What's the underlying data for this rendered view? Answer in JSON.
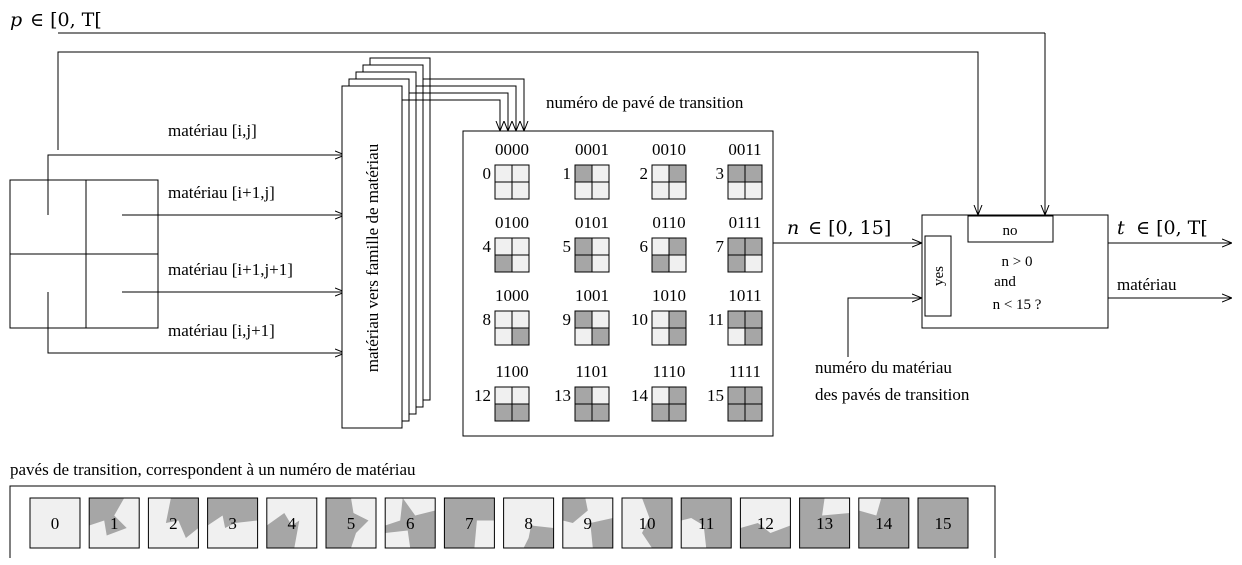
{
  "top_label": {
    "var": "p",
    "set": "∈ [0, T["
  },
  "inputs": {
    "labels": [
      "matériau [i,j]",
      "matériau [i+1,j]",
      "matériau [i+1,j+1]",
      "matériau [i,j+1]"
    ]
  },
  "mapper": {
    "label": "matériau vers famille de matériau"
  },
  "grid_box": {
    "header": "numéro de pavé de transition",
    "cells": [
      {
        "index": "0",
        "bits": "0000",
        "pattern": [
          0,
          0,
          0,
          0
        ]
      },
      {
        "index": "1",
        "bits": "0001",
        "pattern": [
          1,
          0,
          0,
          0
        ]
      },
      {
        "index": "2",
        "bits": "0010",
        "pattern": [
          0,
          1,
          0,
          0
        ]
      },
      {
        "index": "3",
        "bits": "0011",
        "pattern": [
          1,
          1,
          0,
          0
        ]
      },
      {
        "index": "4",
        "bits": "0100",
        "pattern": [
          0,
          0,
          1,
          0
        ]
      },
      {
        "index": "5",
        "bits": "0101",
        "pattern": [
          1,
          0,
          1,
          0
        ]
      },
      {
        "index": "6",
        "bits": "0110",
        "pattern": [
          0,
          1,
          1,
          0
        ]
      },
      {
        "index": "7",
        "bits": "0111",
        "pattern": [
          1,
          1,
          1,
          0
        ]
      },
      {
        "index": "8",
        "bits": "1000",
        "pattern": [
          0,
          0,
          0,
          1
        ]
      },
      {
        "index": "9",
        "bits": "1001",
        "pattern": [
          1,
          0,
          0,
          1
        ]
      },
      {
        "index": "10",
        "bits": "1010",
        "pattern": [
          0,
          1,
          0,
          1
        ]
      },
      {
        "index": "11",
        "bits": "1011",
        "pattern": [
          1,
          1,
          0,
          1
        ]
      },
      {
        "index": "12",
        "bits": "1100",
        "pattern": [
          0,
          0,
          1,
          1
        ]
      },
      {
        "index": "13",
        "bits": "1101",
        "pattern": [
          1,
          0,
          1,
          1
        ]
      },
      {
        "index": "14",
        "bits": "1110",
        "pattern": [
          0,
          1,
          1,
          1
        ]
      },
      {
        "index": "15",
        "bits": "1111",
        "pattern": [
          1,
          1,
          1,
          1
        ]
      }
    ]
  },
  "output_n": {
    "var": "n",
    "set": "∈ [0, 15]"
  },
  "decision": {
    "no": "no",
    "yes": "yes",
    "cond_1": "n > 0",
    "cond_2": "and",
    "cond_3": "n < 15 ?"
  },
  "output_t": {
    "var": "t",
    "set": "∈ [0, T["
  },
  "output_material": "matériau",
  "material_number": {
    "line1": "numéro du matériau",
    "line2": "des pavés de transition"
  },
  "bottom": {
    "caption": "pavés de transition, correspondent à un numéro de matériau",
    "tiles": [
      "0",
      "1",
      "2",
      "3",
      "4",
      "5",
      "6",
      "7",
      "8",
      "9",
      "10",
      "11",
      "12",
      "13",
      "14",
      "15"
    ]
  },
  "colors": {
    "dark": "#a6a6a6",
    "light": "#f0f0f0",
    "stroke": "#000000"
  }
}
